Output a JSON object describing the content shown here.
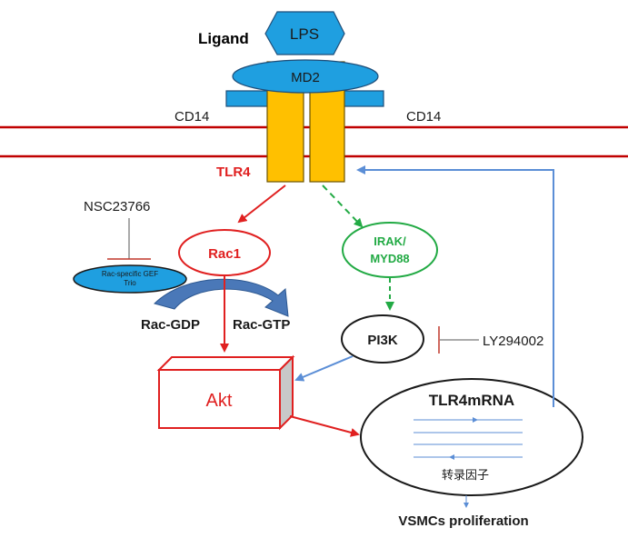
{
  "labels": {
    "ligand": "Ligand",
    "lps": "LPS",
    "md2": "MD2",
    "cd14_left": "CD14",
    "cd14_right": "CD14",
    "tlr4": "TLR4",
    "nsc": "NSC23766",
    "rac1": "Rac1",
    "rac_gef_line1": "Rac-specific GEF",
    "rac_gef_line2": "Trio",
    "rac_gdp": "Rac-GDP",
    "rac_gtp": "Rac-GTP",
    "irak_line1": "IRAK/",
    "irak_line2": "MYD88",
    "pi3k": "PI3K",
    "ly": "LY294002",
    "akt": "Akt",
    "tlr4mrna": "TLR4mRNA",
    "tf": "转录因子",
    "vsmc": "VSMCs proliferation"
  },
  "colors": {
    "membrane": "#c00000",
    "receptor_fill": "#ffc000",
    "receptor_stroke": "#8a6d00",
    "ligand_fill": "#1f9fe0",
    "ligand_stroke": "#1f4e79",
    "red": "#e02020",
    "green": "#22aa44",
    "blue": "#5b8ed6",
    "dark_blue": "#3a6eb5"
  }
}
